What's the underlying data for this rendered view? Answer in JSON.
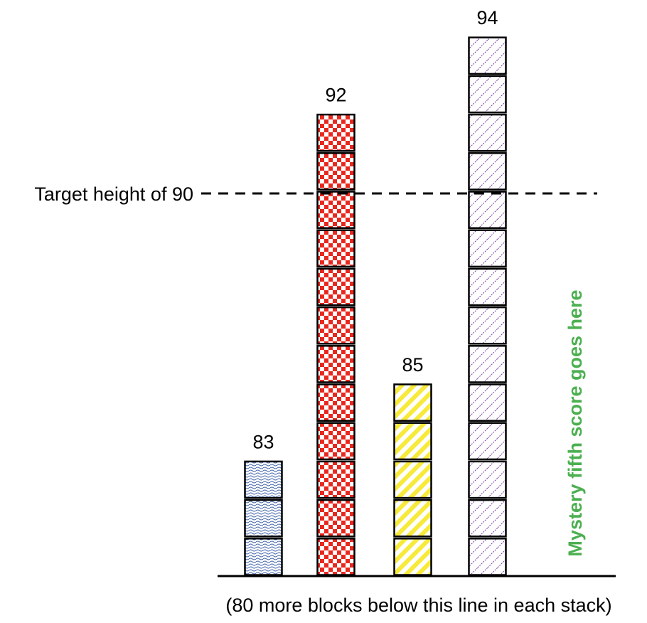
{
  "target_label": "Target height of 90",
  "target_value": 90,
  "baseline_value": 80,
  "footnote": "(80 more blocks below this line in each stack)",
  "mystery_label": "Mystery fifth score goes here",
  "colors": {
    "blue": "#3b5fa8",
    "red": "#e8281e",
    "yellow": "#f7ea3a",
    "purple": "#7a3aa6",
    "mystery_text": "#4caf50",
    "outline": "#000000"
  },
  "stacks": [
    {
      "score": 83,
      "label": "83",
      "pattern": "blue-waves"
    },
    {
      "score": 92,
      "label": "92",
      "pattern": "red-checker"
    },
    {
      "score": 85,
      "label": "85",
      "pattern": "yellow-stripes"
    },
    {
      "score": 94,
      "label": "94",
      "pattern": "purple-hatch"
    }
  ]
}
